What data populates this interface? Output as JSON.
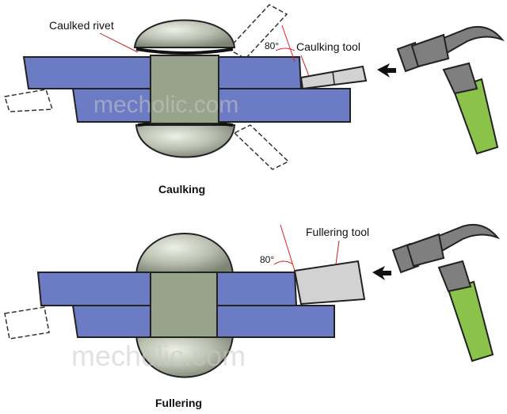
{
  "top": {
    "caption": "Caulking",
    "rivet_label": "Caulked rivet",
    "tool_label": "Caulking tool",
    "angle_label": "80°",
    "watermark": "mecholic.com"
  },
  "bottom": {
    "caption": "Fullering",
    "tool_label": "Fullering tool",
    "angle_label": "80°",
    "watermark": "mecholic.com"
  },
  "colors": {
    "plate": "#6b7bc4",
    "shank": "#97a38a",
    "head": "#b8beae",
    "tool": "#d2d2d2",
    "hammer_head": "#7f7f7f",
    "handle": "#8bc34a",
    "angle_line": "#e02020"
  },
  "icons": [
    "hammer-icon",
    "arrow-icon"
  ]
}
